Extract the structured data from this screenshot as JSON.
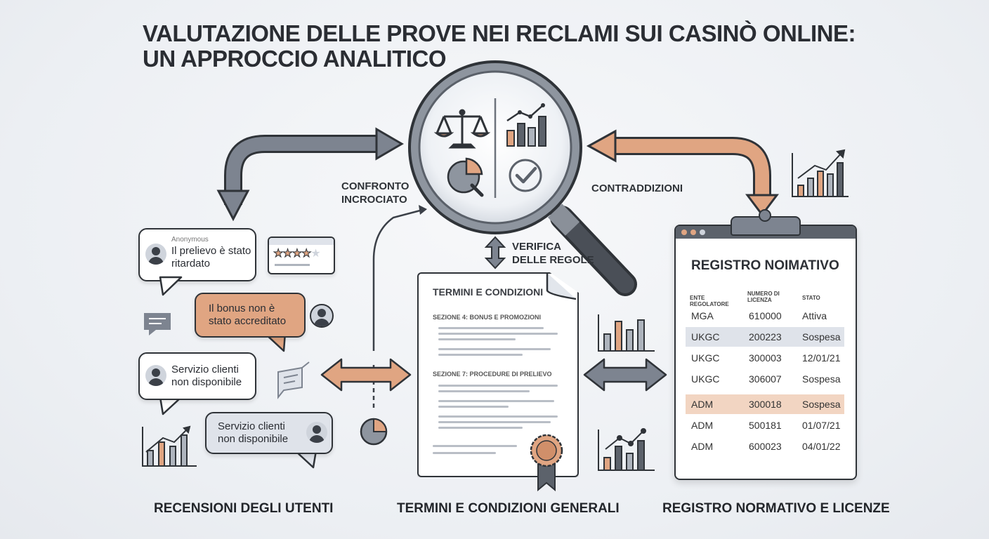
{
  "title": {
    "line1": "VALUTAZIONE DELLE PROVE NEI RECLAMI SUI CASINÒ ONLINE:",
    "line2": "UN APPROCCIO ANALITICO"
  },
  "labels": {
    "confronto_1": "CONFRONTO",
    "confronto_2": "INCROCIATO",
    "contraddizioni": "CONTRADDIZIONI",
    "verifica_1": "VERIFICA",
    "verifica_2": "DELLE REGOLE"
  },
  "reviews": {
    "anonymous": "Anonymous",
    "b1": "Il prelievo è stato ritardato",
    "b2": "Il bonus non è stato accreditato",
    "b3": "Servizio clienti non disponibile",
    "b4": "Servizio clienti non disponibile"
  },
  "terms": {
    "title": "TERMINI E CONDIZIONI",
    "sec4": "SEZIONE 4: BONUS E PROMOZIONI",
    "sec7": "SEZIONE 7: PROCEDURE DI PRELIEVO"
  },
  "registry": {
    "title": "REGISTRO NOIMATIVO",
    "headers": [
      "ENTE REGOLATORE",
      "NUMERO DI LICENZA",
      "STATO"
    ],
    "rows": [
      [
        "MGA",
        "610000",
        "Attiva"
      ],
      [
        "UKGC",
        "200223",
        "Sospesa"
      ],
      [
        "UKGC",
        "300003",
        "12/01/21"
      ],
      [
        "UKGC",
        "306007",
        "Sospesa"
      ],
      [
        "ADM",
        "300018",
        "Sospesa"
      ],
      [
        "ADM",
        "500181",
        "01/07/21"
      ],
      [
        "ADM",
        "600023",
        "04/01/22"
      ]
    ]
  },
  "sections": {
    "reviews": "RECENSIONI DEGLI UTENTI",
    "terms": "TERMINI E CONDIZIONI GENERALI",
    "registry": "REGISTRO NORMATIVO E LICENZE"
  },
  "colors": {
    "accent": "#e0a582",
    "dark": "#2f3338",
    "gray": "#7d8490",
    "row_blue": "#dfe3ea",
    "row_orange": "#f2d5c2"
  },
  "icons": [
    "scale-icon",
    "bar-chart-icon",
    "pie-chart-icon",
    "checkmark-icon",
    "star-rating-icon",
    "chat-icon",
    "seal-icon"
  ]
}
